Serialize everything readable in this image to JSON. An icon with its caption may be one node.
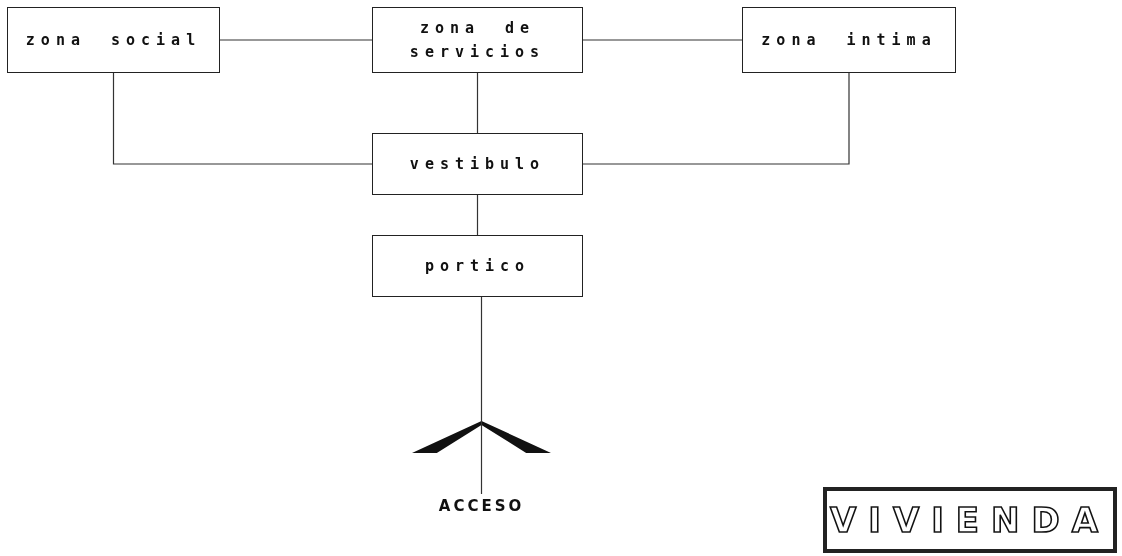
{
  "diagram": {
    "nodes": [
      {
        "text": [
          "zona social"
        ]
      },
      {
        "text": [
          "zona de servicios"
        ]
      },
      {
        "text": [
          "zona intima"
        ]
      },
      {
        "text": [
          "vestibulo"
        ]
      },
      {
        "text": [
          "portico"
        ]
      },
      {
        "text": [],
        "shape": "chevron"
      },
      {
        "text": [
          "ACCESO"
        ]
      },
      {
        "text": [
          "VIVIENDA"
        ]
      }
    ],
    "edges": [
      {
        "from": 0,
        "to": 1,
        "arrow": "none"
      },
      {
        "from": 1,
        "to": 2,
        "arrow": "none"
      },
      {
        "from": 0,
        "to": 3,
        "arrow": "none"
      },
      {
        "from": 1,
        "to": 3,
        "arrow": "none"
      },
      {
        "from": 2,
        "to": 3,
        "arrow": "none"
      },
      {
        "from": 3,
        "to": 4,
        "arrow": "none"
      },
      {
        "from": 4,
        "to": 5,
        "arrow": "none"
      },
      {
        "from": 5,
        "to": 6,
        "arrow": "none"
      }
    ]
  }
}
